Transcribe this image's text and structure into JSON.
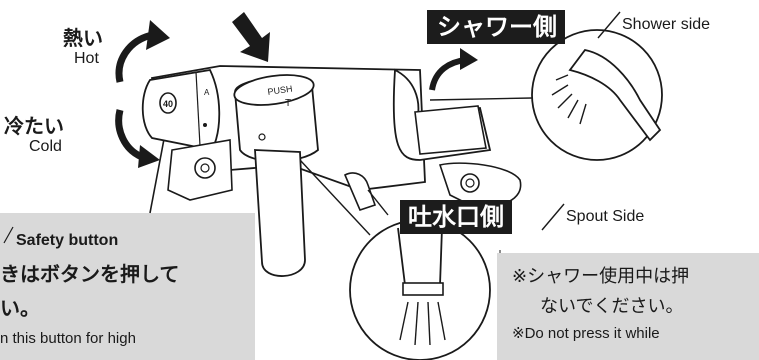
{
  "temperature": {
    "hot_jp": "熱い",
    "hot_en": "Hot",
    "cold_jp": "冷たい",
    "cold_en": "Cold"
  },
  "shower_side": {
    "jp": "シャワー側",
    "en": "Shower side"
  },
  "spout_side": {
    "jp": "吐水口側",
    "en": "Spout Side"
  },
  "valve": {
    "push_label": "PUSH",
    "dial_number": "40"
  },
  "safety_callout": {
    "title": "Safety button",
    "line1": "きはボタンを押して",
    "line2": "い。",
    "line3": "n this button for high"
  },
  "note_callout": {
    "line1": "※シャワー使用中は押",
    "line2": "ないでください。",
    "line3": "※Do not press it while"
  },
  "colors": {
    "ink": "#1a1a1a",
    "badge_bg": "#1c1c1c",
    "panel_bg": "#d9d9d9"
  }
}
